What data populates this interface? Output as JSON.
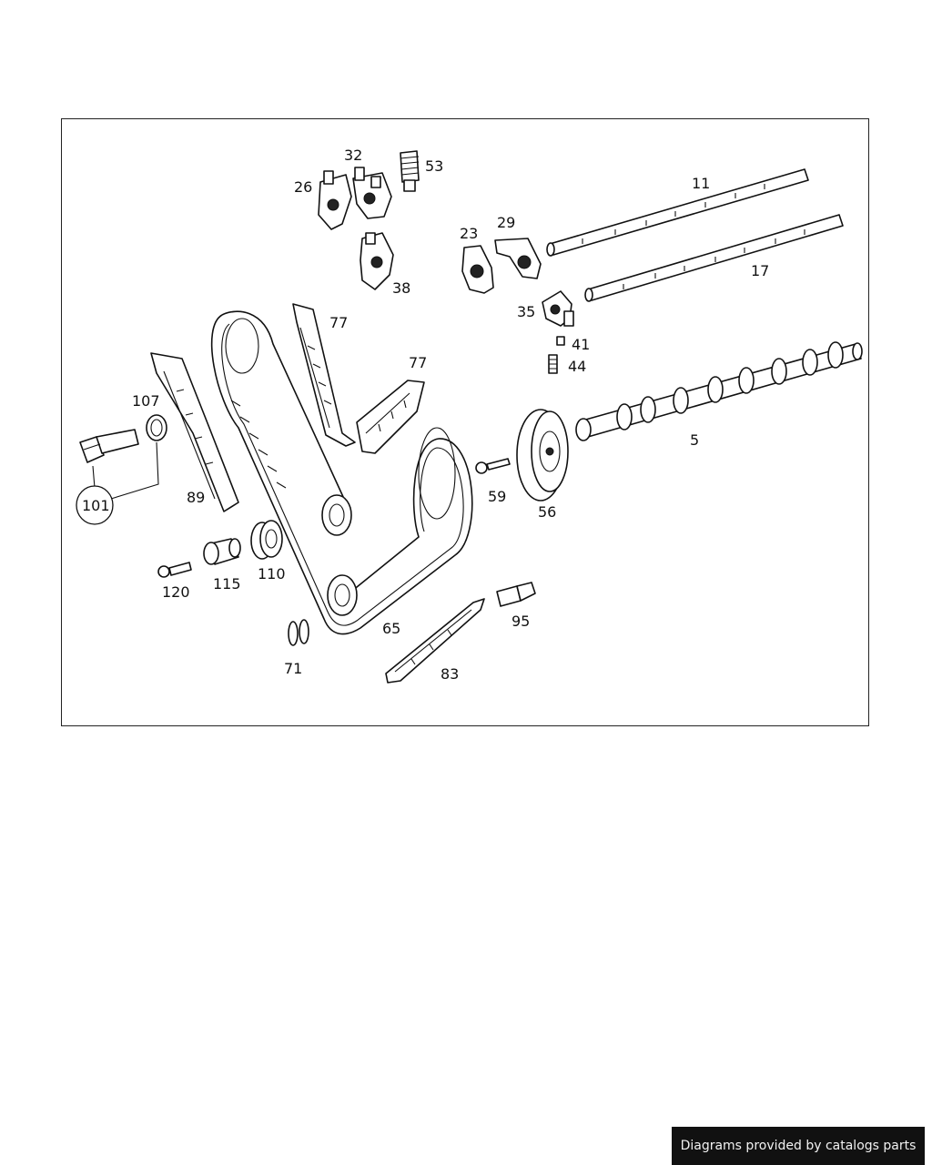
{
  "labels": {
    "p11": "11",
    "p17": "17",
    "p23": "23",
    "p26": "26",
    "p29": "29",
    "p32": "32",
    "p35": "35",
    "p38": "38",
    "p41": "41",
    "p44": "44",
    "p5": "5",
    "p53": "53",
    "p56": "56",
    "p59": "59",
    "p65": "65",
    "p71": "71",
    "p77a": "77",
    "p77b": "77",
    "p83": "83",
    "p89": "89",
    "p95": "95",
    "p101": "101",
    "p107": "107",
    "p110": "110",
    "p115": "115",
    "p120": "120"
  },
  "credit": "Diagrams provided by catalogs parts"
}
